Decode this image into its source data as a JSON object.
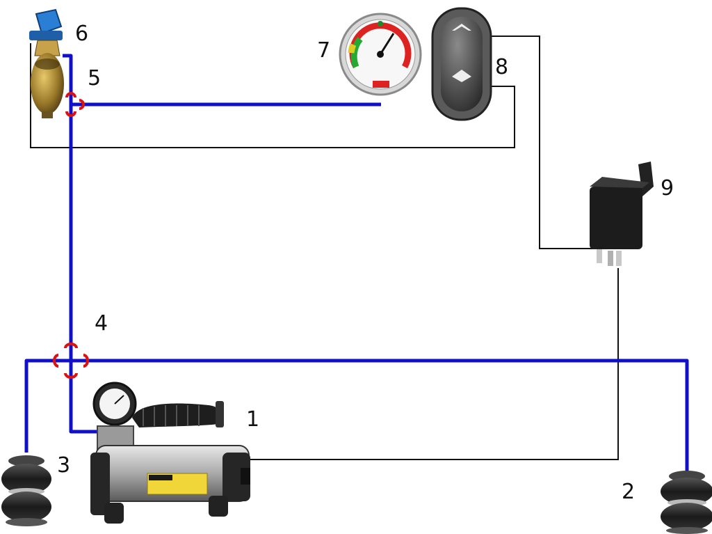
{
  "labels": {
    "l1": "1",
    "l2": "2",
    "l3": "3",
    "l4": "4",
    "l5": "5",
    "l6": "6",
    "l7": "7",
    "l8": "8",
    "l9": "9"
  },
  "colors": {
    "air_line": "#1010cc",
    "wire": "#111111",
    "fitting": "#dd1111",
    "gauge_red": "#dd2222",
    "cap_blue": "#2a7fd4"
  },
  "components": {
    "compressor": "compressor-icon",
    "air_spring_left": "air-spring-icon",
    "air_spring_right": "air-spring-icon",
    "valve": "valve-icon",
    "pressure_gauge": "pressure-gauge-icon",
    "switch": "rocker-switch-icon",
    "relay": "relay-icon"
  }
}
